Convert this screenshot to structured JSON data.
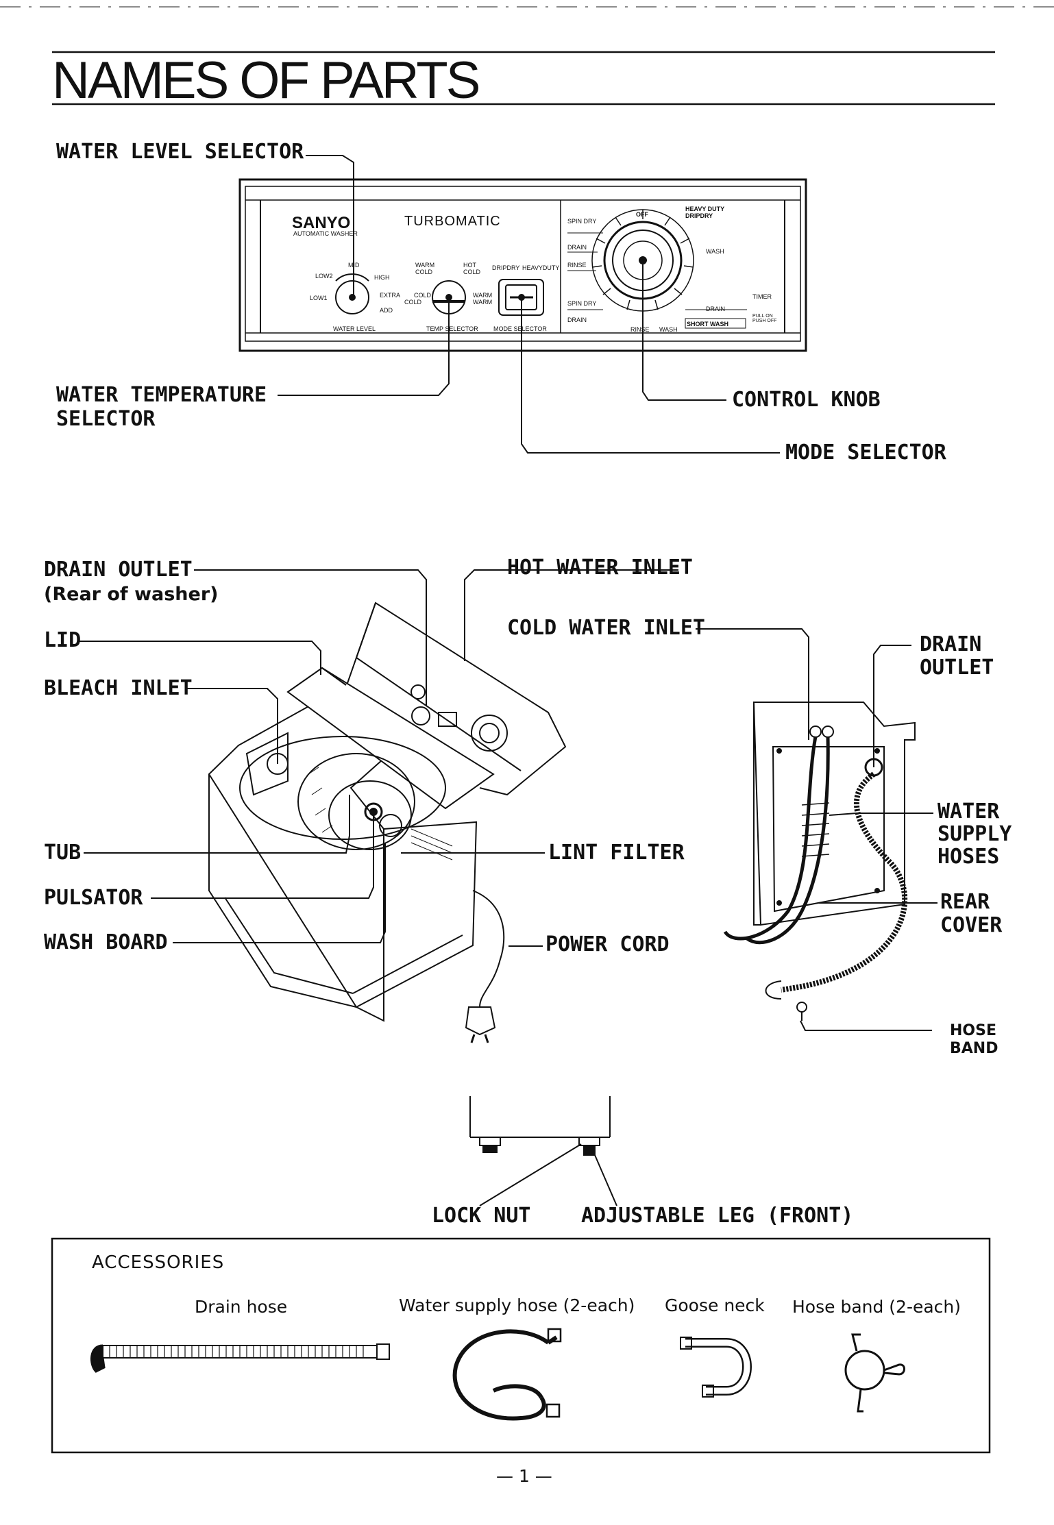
{
  "page": {
    "title": "NAMES OF PARTS",
    "page_number": "— 1 —"
  },
  "control_panel": {
    "brand": "SANYO",
    "brand_sub": "AUTOMATIC WASHER",
    "model": "TURBOMATIC",
    "water_level_marks": [
      "LOW2",
      "MID",
      "HIGH",
      "LOW1",
      "EXTRA",
      "ADD"
    ],
    "water_level_caption": "WATER LEVEL",
    "temp_marks": [
      "WARM",
      "COLD",
      "HOT",
      "COLD",
      "COLD",
      "COLD",
      "WARM",
      "WARM"
    ],
    "temp_caption": "TEMP SELECTOR",
    "mode_marks": [
      "DRIPDRY",
      "HEAVYDUTY"
    ],
    "mode_caption": "MODE SELECTOR",
    "timer_marks": [
      "SPIN DRY",
      "DRAIN",
      "RINSE",
      "SPIN DRY",
      "DRAIN",
      "HEAVY DUTY",
      "DRIPDRY",
      "OFF",
      "WASH",
      "DRAIN",
      "SHORT WASH",
      "RINSE",
      "WASH",
      "TIMER",
      "PULL ON PUSH OFF"
    ]
  },
  "labels": {
    "water_level_selector": "WATER LEVEL SELECTOR",
    "water_temperature_selector_1": "WATER TEMPERATURE",
    "water_temperature_selector_2": "SELECTOR",
    "control_knob": "CONTROL KNOB",
    "mode_selector": "MODE SELECTOR",
    "drain_outlet": "DRAIN OUTLET",
    "drain_outlet_note": "(Rear of washer)",
    "lid": "LID",
    "bleach_inlet": "BLEACH INLET",
    "hot_water_inlet": "HOT WATER INLET",
    "cold_water_inlet": "COLD WATER INLET",
    "drain_outlet_rear_1": "DRAIN",
    "drain_outlet_rear_2": "OUTLET",
    "water_supply_hoses_1": "WATER",
    "water_supply_hoses_2": "SUPPLY",
    "water_supply_hoses_3": "HOSES",
    "tub": "TUB",
    "lint_filter": "LINT FILTER",
    "pulsator": "PULSATOR",
    "rear_cover_1": "REAR",
    "rear_cover_2": "COVER",
    "wash_board": "WASH BOARD",
    "power_cord": "POWER CORD",
    "hose_band_1": "HOSE",
    "hose_band_2": "BAND",
    "lock_nut": "LOCK NUT",
    "adjustable_leg": "ADJUSTABLE LEG (FRONT)"
  },
  "accessories": {
    "title": "ACCESSORIES",
    "items": [
      {
        "label": "Drain hose",
        "icon": "drain-hose-icon"
      },
      {
        "label": "Water supply hose (2-each)",
        "icon": "water-supply-hose-icon"
      },
      {
        "label": "Goose neck",
        "icon": "goose-neck-icon"
      },
      {
        "label": "Hose band (2-each)",
        "icon": "hose-band-icon"
      }
    ]
  }
}
